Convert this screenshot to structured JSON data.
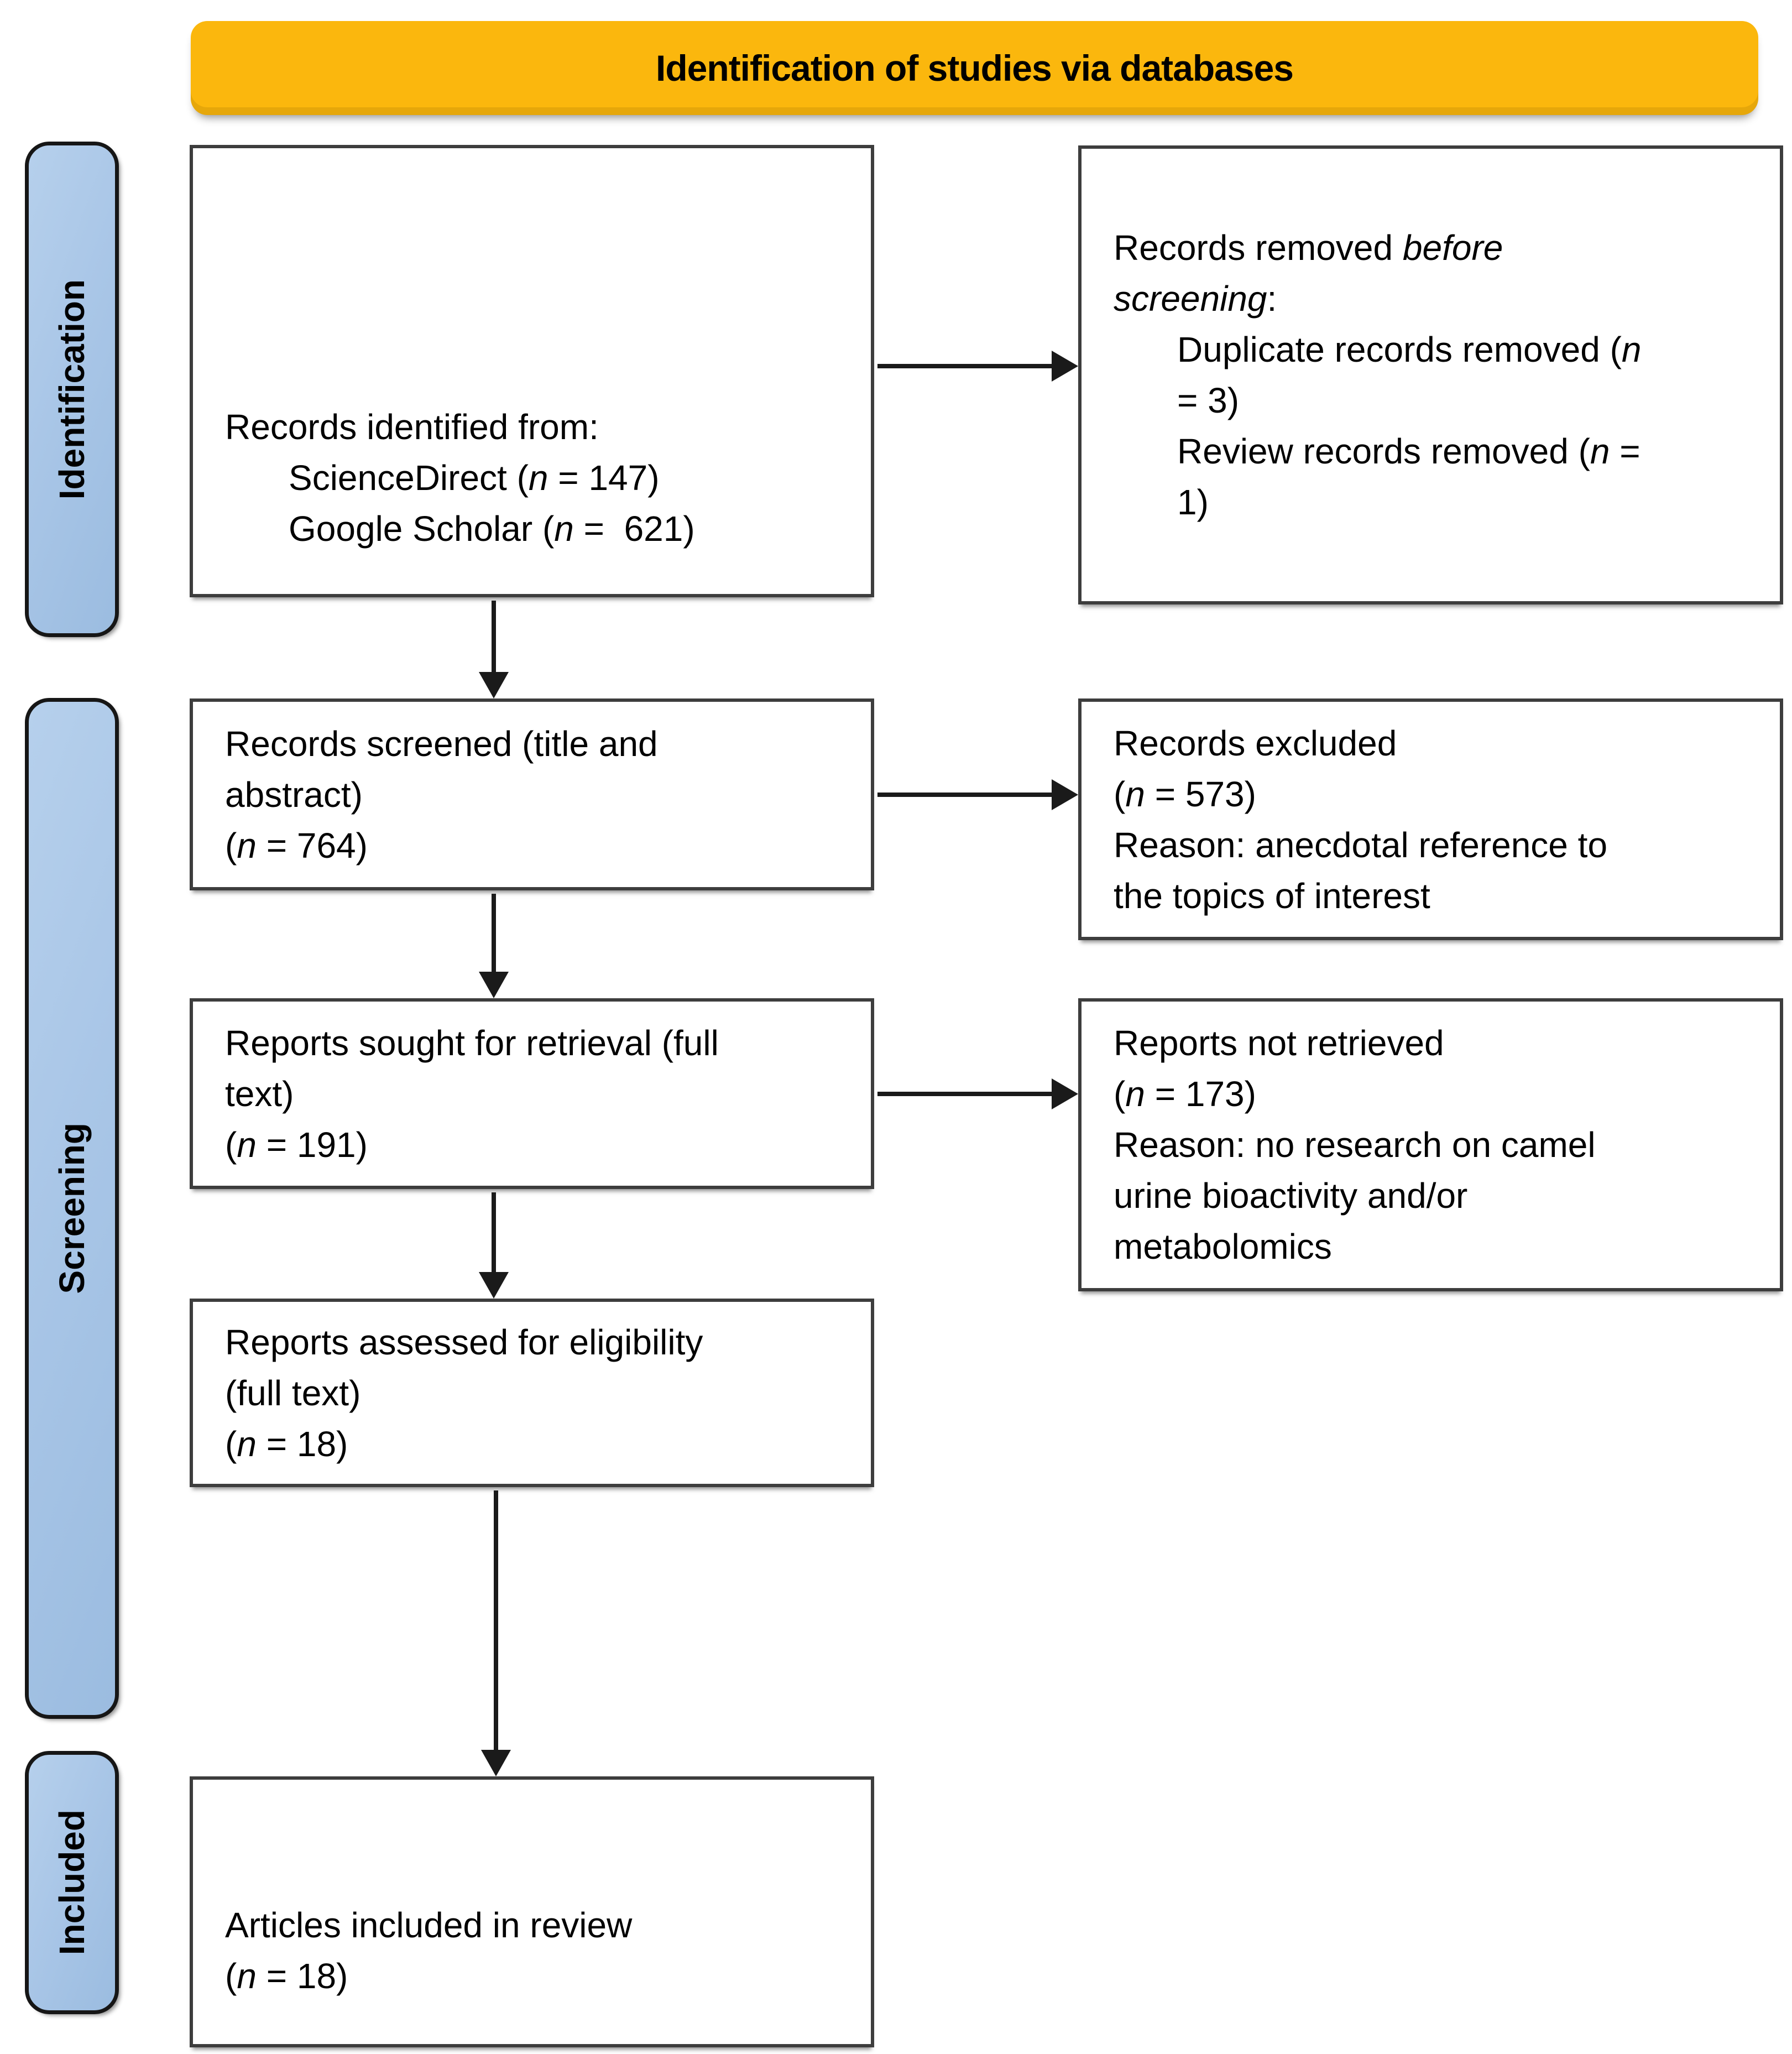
{
  "banner": {
    "title": "Identification of studies via databases"
  },
  "colors": {
    "banner_yellow": "#FBB70D",
    "sidebar_blue": "#A9C6E7",
    "box_border": "#3D3D3D",
    "arrow_black": "#1A1A1A",
    "text": "#000000"
  },
  "sidebar": {
    "stages": [
      {
        "label": "Identification"
      },
      {
        "label": "Screening"
      },
      {
        "label": "Included"
      }
    ]
  },
  "boxes": {
    "records_identified": {
      "lines": [
        {
          "indent": 0,
          "segments": [
            {
              "t": "Records identified from:"
            }
          ]
        },
        {
          "indent": 1,
          "segments": [
            {
              "t": "ScienceDirect ("
            },
            {
              "t": "n",
              "i": true
            },
            {
              "t": " = 147)"
            }
          ]
        },
        {
          "indent": 1,
          "segments": [
            {
              "t": "Google Scholar ("
            },
            {
              "t": "n",
              "i": true
            },
            {
              "t": " =  621)"
            }
          ]
        }
      ]
    },
    "records_removed": {
      "lines": [
        {
          "indent": 0,
          "segments": [
            {
              "t": "Records removed "
            },
            {
              "t": "before",
              "i": true
            }
          ]
        },
        {
          "indent": 0,
          "segments": [
            {
              "t": "screening",
              "i": true
            },
            {
              "t": ":"
            }
          ]
        },
        {
          "indent": 1,
          "segments": [
            {
              "t": "Duplicate records removed ("
            },
            {
              "t": "n",
              "i": true
            }
          ]
        },
        {
          "indent": 1,
          "segments": [
            {
              "t": "= 3)"
            }
          ]
        },
        {
          "indent": 1,
          "segments": [
            {
              "t": "Review records removed ("
            },
            {
              "t": "n",
              "i": true
            },
            {
              "t": " ="
            }
          ]
        },
        {
          "indent": 1,
          "segments": [
            {
              "t": "1)"
            }
          ]
        }
      ]
    },
    "records_screened": {
      "lines": [
        {
          "indent": 0,
          "segments": [
            {
              "t": "Records screened (title and"
            }
          ]
        },
        {
          "indent": 0,
          "segments": [
            {
              "t": "abstract)"
            }
          ]
        },
        {
          "indent": 0,
          "segments": [
            {
              "t": "("
            },
            {
              "t": "n",
              "i": true
            },
            {
              "t": " = 764)"
            }
          ]
        }
      ]
    },
    "records_excluded": {
      "lines": [
        {
          "indent": 0,
          "segments": [
            {
              "t": "Records excluded"
            }
          ]
        },
        {
          "indent": 0,
          "segments": [
            {
              "t": "("
            },
            {
              "t": "n",
              "i": true
            },
            {
              "t": " = 573)"
            }
          ]
        },
        {
          "indent": 0,
          "segments": [
            {
              "t": "Reason: anecdotal reference to"
            }
          ]
        },
        {
          "indent": 0,
          "segments": [
            {
              "t": "the topics of interest"
            }
          ]
        }
      ]
    },
    "reports_sought": {
      "lines": [
        {
          "indent": 0,
          "segments": [
            {
              "t": "Reports sought for retrieval (full"
            }
          ]
        },
        {
          "indent": 0,
          "segments": [
            {
              "t": "text)"
            }
          ]
        },
        {
          "indent": 0,
          "segments": [
            {
              "t": "("
            },
            {
              "t": "n",
              "i": true
            },
            {
              "t": " = 191)"
            }
          ]
        }
      ]
    },
    "reports_not_retrieved": {
      "lines": [
        {
          "indent": 0,
          "segments": [
            {
              "t": "Reports not retrieved"
            }
          ]
        },
        {
          "indent": 0,
          "segments": [
            {
              "t": "("
            },
            {
              "t": "n",
              "i": true
            },
            {
              "t": " = 173)"
            }
          ]
        },
        {
          "indent": 0,
          "segments": [
            {
              "t": "Reason: no research on camel"
            }
          ]
        },
        {
          "indent": 0,
          "segments": [
            {
              "t": "urine bioactivity and/or"
            }
          ]
        },
        {
          "indent": 0,
          "segments": [
            {
              "t": "metabolomics"
            }
          ]
        }
      ]
    },
    "reports_assessed": {
      "lines": [
        {
          "indent": 0,
          "segments": [
            {
              "t": "Reports assessed for eligibility"
            }
          ]
        },
        {
          "indent": 0,
          "segments": [
            {
              "t": "(full text)"
            }
          ]
        },
        {
          "indent": 0,
          "segments": [
            {
              "t": "("
            },
            {
              "t": "n",
              "i": true
            },
            {
              "t": " = 18)"
            }
          ]
        }
      ]
    },
    "articles_included": {
      "lines": [
        {
          "indent": 0,
          "segments": [
            {
              "t": "Articles included in review"
            }
          ]
        },
        {
          "indent": 0,
          "segments": [
            {
              "t": "("
            },
            {
              "t": "n",
              "i": true
            },
            {
              "t": " = 18)"
            }
          ]
        }
      ]
    }
  }
}
